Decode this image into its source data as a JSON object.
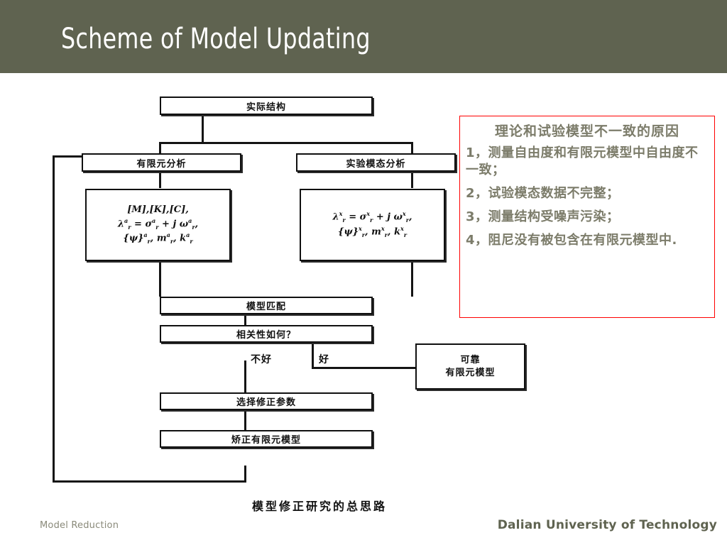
{
  "slide": {
    "title": "Scheme of Model Updating",
    "header_color": "#5F6350",
    "background": "#FFFFFF"
  },
  "footer": {
    "left_label": "Model Reduction",
    "right_label": "Dalian University of Technology",
    "left_color": "#8A8A7A",
    "right_color": "#5F6350"
  },
  "flowchart": {
    "caption": "模型修正研究的总思路",
    "boxes": {
      "actual_structure": "实际结构",
      "fe_analysis": "有限元分析",
      "experimental_modal_analysis": "实验模态分析",
      "fe_formula": {
        "line1": "[M],[K],[C],",
        "line2_base": "= ",
        "line3": ""
      },
      "model_matching": "模型匹配",
      "correlation_question": "相关性如何？",
      "select_update_params": "选择修正参数",
      "corrected_fe_model": "矫正有限元模型",
      "reliable_fe_model_line1": "可靠",
      "reliable_fe_model_line2": "有限元模型"
    },
    "branch_labels": {
      "bad": "不好",
      "good": "好"
    },
    "formulas": {
      "analytical": {
        "row1": "[M],[K],[C],",
        "row2": {
          "lhs": "λ",
          "lhs_sup": "a",
          "lhs_sub": "r",
          "eq": "=",
          "t1": "σ",
          "t1_sup": "a",
          "t1_sub": "r",
          "plus": "+",
          "j": "j",
          "t2": "ω",
          "t2_sup": "a",
          "t2_sub": "r",
          "tail": ","
        },
        "row3": {
          "psi": "{ψ}",
          "psi_sup": "a",
          "psi_sub": "r",
          "c1": ",",
          "m": "m",
          "m_sup": "a",
          "m_sub": "r",
          "c2": ",",
          "k": "k",
          "k_sup": "a",
          "k_sub": "r"
        }
      },
      "experimental": {
        "row1": {
          "lhs": "λ",
          "lhs_sup": "x",
          "lhs_sub": "r",
          "eq": "=",
          "t1": "σ",
          "t1_sup": "x",
          "t1_sub": "r",
          "plus": "+",
          "j": "j",
          "t2": "ω",
          "t2_sup": "x",
          "t2_sub": "r",
          "tail": ","
        },
        "row2": {
          "psi": "{ψ}",
          "psi_sup": "x",
          "psi_sub": "r",
          "c1": ",",
          "m": "m",
          "m_sup": "x",
          "m_sub": "r",
          "c2": ",",
          "k": "k",
          "k_sup": "x",
          "k_sub": "r"
        }
      }
    }
  },
  "note": {
    "border_color": "#FF0000",
    "text_color": "#7C7C6A",
    "title": "理论和试验模型不一致的原因",
    "items": [
      "1，测量自由度和有限元模型中自由度不一致；",
      "2，试验模态数据不完整；",
      "3，测量结构受噪声污染；",
      "4，阻尼没有被包含在有限元模型中."
    ]
  }
}
